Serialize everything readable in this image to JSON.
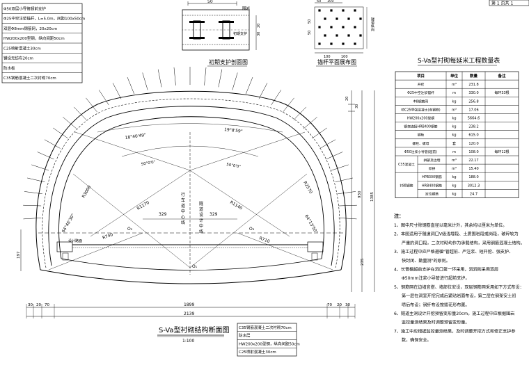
{
  "sheet_label": "第 1 页共 1",
  "layers_table": {
    "rows": [
      "Φ50双层小导管超前支护",
      "Φ25中空注浆锚杆，L=5.0m，间距100x50cm",
      "双层Φ8mm钢筋网，20x20cm",
      "HW200x200型钢，纵向间距50cm",
      "C25喷射混凝土30cm",
      "铺设无纺布20cm",
      "防水板",
      "C35钢筋混凝土二次衬砌70cm"
    ]
  },
  "lining_table": {
    "rows": [
      "C35钢筋混凝土二次衬砌70cm",
      "防水层",
      "HW200x200型钢，纵向间距50cm",
      "C25喷射混凝土30cm"
    ]
  },
  "initial_support": {
    "title": "初期支护剖面图",
    "dim_top": "50",
    "label_right": "围岩",
    "label_side": "初期支护",
    "dim_side_1": "30",
    "dim_side_2": "20"
  },
  "bolt_plan": {
    "title": "锚杆平面展布图",
    "dims_top": [
      "50",
      "100"
    ],
    "dims_bottom": [
      "100",
      "100"
    ],
    "dims_left": [
      "50",
      "50"
    ],
    "side_label": "隧道纵向"
  },
  "quantity": {
    "title": "S-Va型衬砌每延米工程数量表",
    "headers": [
      "项目",
      "单位",
      "数量",
      "备注"
    ],
    "rows": [
      [
        "开挖",
        "m³",
        "231.8",
        ""
      ],
      [
        "Φ25中空注浆锚杆",
        "m",
        "330.0",
        "每环33根"
      ],
      [
        "Φ8钢筋网",
        "kg",
        "256.8",
        ""
      ],
      [
        "喷C25早强混凝土(含钢筋)",
        "m³",
        "17.06",
        ""
      ],
      [
        "HW200x200型钢",
        "kg",
        "5664.6",
        ""
      ],
      [
        "钢架连接HRB400钢筋",
        "kg",
        "238.2",
        ""
      ],
      [
        "钢板",
        "kg",
        "615.0",
        ""
      ],
      [
        "螺栓、螺母",
        "套",
        "120.0",
        ""
      ],
      [
        "Φ50注浆小导管(超前)",
        "m",
        "108.0",
        "每环12根"
      ]
    ],
    "c35_group": "C35混凝土",
    "c35_rows": [
      [
        "拱部及边墙",
        "m³",
        "22.17",
        ""
      ],
      [
        "仰拱",
        "m³",
        "15.40",
        ""
      ]
    ],
    "rebar_group": "衬砌钢筋",
    "rebar_rows": [
      [
        "HPB300钢筋",
        "kg",
        "188.0",
        ""
      ],
      [
        "HRB400钢筋",
        "kg",
        "3012.3",
        ""
      ],
      [
        "定位钢筋",
        "kg",
        "24.7",
        ""
      ]
    ]
  },
  "notes": {
    "heading": "注：",
    "items": [
      "1、图中尺寸除钢筋直径以毫米计外，其余均以厘米为单位。",
      "2、本图适用于隧道洞口V级浅埋段、土质围岩段或岗段，破碎较为",
      "严重的洞口段，二次衬砌均作为承载结构，采用钢筋混凝土结构。",
      "3、施工过程中应严格遵循\"管超前、严注浆、短开挖、强支护、",
      "快封闭、勤量测\"的原则。",
      "4、长管棚超前支护在洞口第一环采用，洞洞则采用双层",
      "Φ50mm注浆小导管进行超前支护。",
      "5、钢筋网在边墙宜搭、墙部位安设，双层钢筋网采用如下方式布设：",
      "第一层在洞室开挖完成后紧贴岩面布设，第二层在钢架安土初",
      "喷后布设；钢纤布设按插花形布置。",
      "6、隧道主洞设计开挖预留变形量20cm，施工过程中应根据围岩",
      "监控量测结果及时调整预留变形量。",
      "7、施工中应根据监控量测结果，及时调整开挖方式和修正支护参",
      "数，确保安全。"
    ]
  },
  "section": {
    "title": "S-Va型衬砌结构断面图",
    "scale": "1:100",
    "labels": {
      "ang_left": "18°40'49\"",
      "ang_right": "19°8'59\"",
      "ang_crown_left": "50°0'0\"",
      "ang_crown_right": "50°0'0\"",
      "r_outer_left": "R3000",
      "r_outer_right": "R2570",
      "r_mid_left": "R1170",
      "r_mid_right": "R1140",
      "r_low_left": "R740",
      "r_low_right": "R710",
      "ang_side_left": "64°46'30\"",
      "ang_side_right": "64°13'50\"",
      "half_left": "329",
      "half_right": "329",
      "center_label": "行车道中心线",
      "axis_label": "隧道设计中线",
      "o1": "O₁",
      "o2": "O₂",
      "o3": "O₃",
      "drain": "设计路面",
      "dim_top_1": "20",
      "dim_top_2": "30",
      "dim_height": "930",
      "dim_upper": "1385",
      "dim_lower": "235",
      "dim_left_1": "197",
      "dim_bottom_1": "30",
      "dim_bottom_2": "20",
      "dim_bottom_3": "70",
      "dim_bottom_4": "70",
      "dim_bottom_5": "20",
      "dim_bottom_6": "30",
      "span_inner": "1899",
      "span_outer": "2139"
    }
  }
}
